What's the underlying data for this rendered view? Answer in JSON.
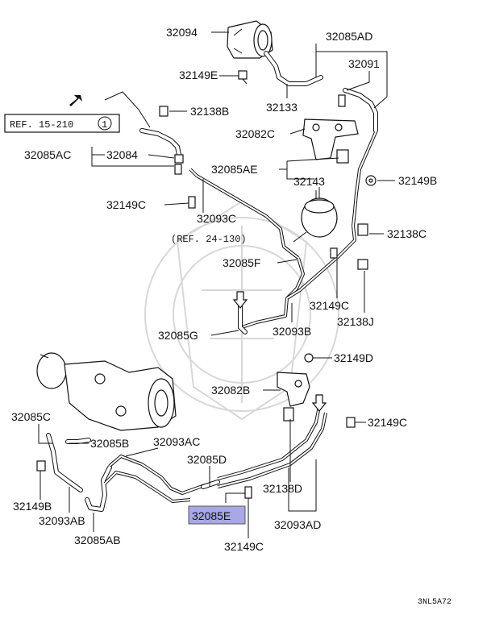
{
  "labels": {
    "l32094": "32094",
    "l32085AD_top": "32085AD",
    "l32091": "32091",
    "l32149E": "32149E",
    "l32133": "32133",
    "l32138B": "32138B",
    "ref1": "REF. 15-210",
    "ref1_circle": "1",
    "l32082C": "32082C",
    "l32085AC": "32085AC",
    "l32084": "32084",
    "l32085AE": "32085AE",
    "l32143": "32143",
    "l32149B_top": "32149B",
    "l32149C_a": "32149C",
    "l32093C": "32093C",
    "ref2": "(REF. 24-130)",
    "l32138C": "32138C",
    "l32085F": "32085F",
    "l32149C_b": "32149C",
    "l32138J": "32138J",
    "l32085G": "32085G",
    "l32093B": "32093B",
    "l32149D": "32149D",
    "l32082B": "32082B",
    "l32085C": "32085C",
    "l32149C_c": "32149C",
    "l32085B": "32085B",
    "l32093AC": "32093AC",
    "l32085D": "32085D",
    "l32138D": "32138D",
    "l32149B_bot": "32149B",
    "l32085E": "32085E",
    "l32093AB": "32093AB",
    "l32093AD": "32093AD",
    "l32085AB": "32085AB",
    "l32149C_d": "32149C",
    "code": "3NL5A72"
  },
  "highlight_color": "#a8a8e6"
}
